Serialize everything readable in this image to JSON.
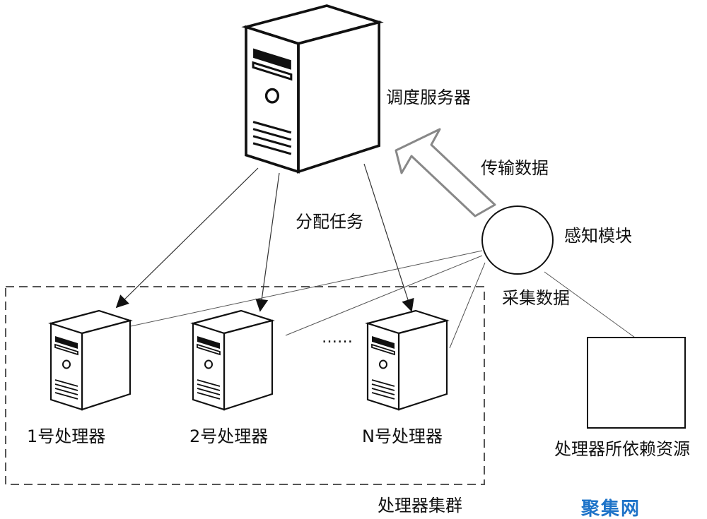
{
  "labels": {
    "scheduler": "调度服务器",
    "transmit": "传输数据",
    "assign": "分配任务",
    "sensor": "感知模块",
    "collect": "采集数据",
    "proc1": "1号处理器",
    "proc2": "2号处理器",
    "procN": "N号处理器",
    "ellipsis": "……",
    "resource": "处理器所依赖资源",
    "cluster": "处理器集群"
  },
  "watermark": "聚集网",
  "colors": {
    "line": "#222222",
    "dash": "#555555",
    "watermark": "#1e73c8"
  },
  "icons": [
    "server-icon",
    "hollow-up-arrow-icon",
    "arrowhead-icon"
  ]
}
